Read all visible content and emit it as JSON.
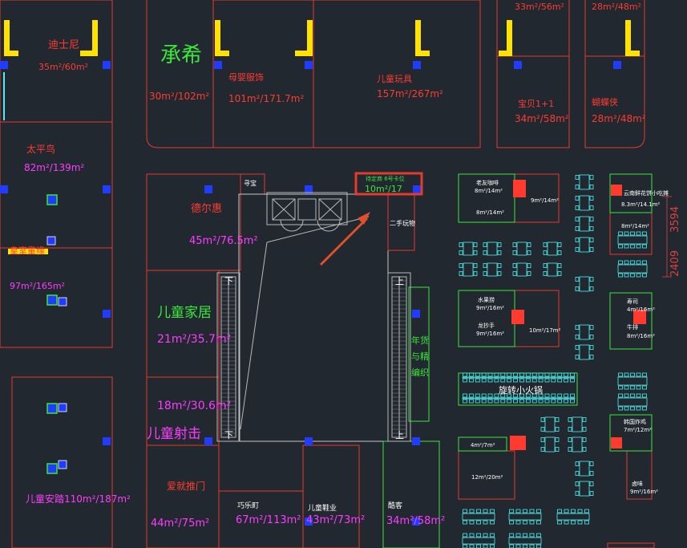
{
  "colors": {
    "background": "#212830",
    "wall_red": "#e53a2e",
    "label_red": "#ff3b30",
    "label_magenta": "#ff3cff",
    "label_green": "#3ce63c",
    "furniture_cyan": "#4cf0f0",
    "marker_blue": "#1f3cff",
    "marker_yellow": "#ffe200",
    "arrow": "#e0502a",
    "stair_grey": "#b8b8b8",
    "dimension": "#e04040"
  },
  "labels": {
    "dishini": "迪士尼",
    "dishini_area": "35m²/60m²",
    "chengxi": "承希",
    "chengxi_area": "30m²/102m²",
    "muying": "母婴服饰",
    "muying_area": "101m²/171.7m²",
    "wanju": "儿童玩具",
    "wanju_area": "157m²/267m²",
    "top_area_1": "33m²/56m²",
    "top_area_2": "28m²/48m²",
    "baobei": "宝贝1+1",
    "baobei_area": "34m²/58m²",
    "hudie": "蝴蝶侠",
    "hudie_area": "28m²/48m²",
    "taipingniao": "太平鸟",
    "taipingniao_area": "82m²/139m²",
    "huangshi": "皇室童缘",
    "huangshi_area": "97m²/165m²",
    "dezhui": "德尔惠",
    "dezhui_area": "45m²/76.5m²",
    "jiaju": "儿童家居",
    "jiaju_area": "21m²/35.7m²",
    "area_18": "18m²/30.6m²",
    "sheji": "儿童射击",
    "anlu": "儿童安踏110m²/187m²",
    "aituituimen": "爱就推门",
    "aituituimen_area": "44m²/75m²",
    "qiaoleqi": "巧乐町",
    "qiaoleqi_area": "67m²/113m²",
    "xiezi": "儿童鞋业",
    "xiezi_area": "43m²/73m²",
    "kuaidi": "酷客",
    "kuaidi_area": "34m²/58m²",
    "highlight_top": "待定商 6号卡位",
    "highlight_area": "10m²/17",
    "ershou": "二手玩物",
    "xiaoshou": "寻宝",
    "paper_label": "年货与精\n编织",
    "down": "下",
    "up": "上",
    "laoyou_cafe": "老友咖啡",
    "area_8_14": "8m²/14m²",
    "area_9_14": "9m²/14m²",
    "yunnan": "云南鲜花饼小吃摊",
    "yunnan_area": "8.3m²/14.1m²",
    "shuiguo": "水果捞",
    "shuiguo_area": "9m²/16m²",
    "longchao": "龙抄手",
    "longchao_area": "9m²/16m²",
    "area_10_17": "10m²/17m²",
    "shousi": "寿司",
    "shousi_area": "4m²/16m²",
    "niupai": "牛排",
    "niupai_area": "8m²/16m²",
    "xuanzhuan": "旋转小火锅",
    "area_4_7": "4m²/7m²",
    "area_12_20": "12m²/20m²",
    "hanguo": "韩国炸鸡",
    "hanguo_area": "7m²/12m²",
    "xiaochi": "卤味",
    "xiaochi_area": "9m²/16m²",
    "dim_1": "2409",
    "dim_2": "3594"
  }
}
